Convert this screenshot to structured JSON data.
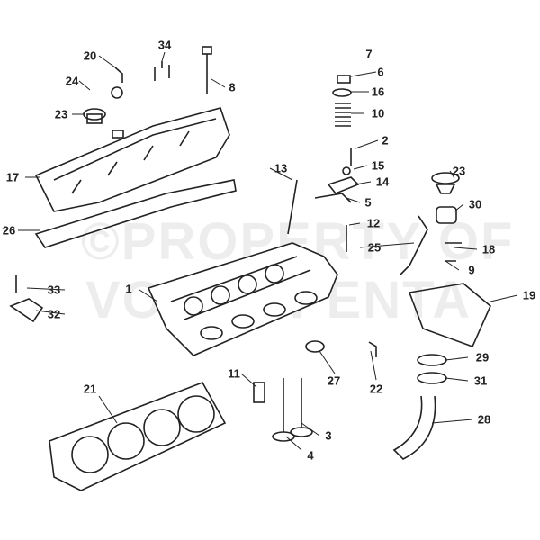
{
  "watermark": {
    "line1": "©PROPERTY OF",
    "line2": "VOLVO PENTA"
  },
  "callouts": [
    "20",
    "34",
    "7",
    "6",
    "24",
    "8",
    "16",
    "23",
    "10",
    "2",
    "15",
    "13",
    "23",
    "14",
    "17",
    "5",
    "30",
    "26",
    "12",
    "25",
    "18",
    "9",
    "33",
    "1",
    "19",
    "32",
    "29",
    "11",
    "27",
    "31",
    "22",
    "21",
    "3",
    "28",
    "4"
  ]
}
